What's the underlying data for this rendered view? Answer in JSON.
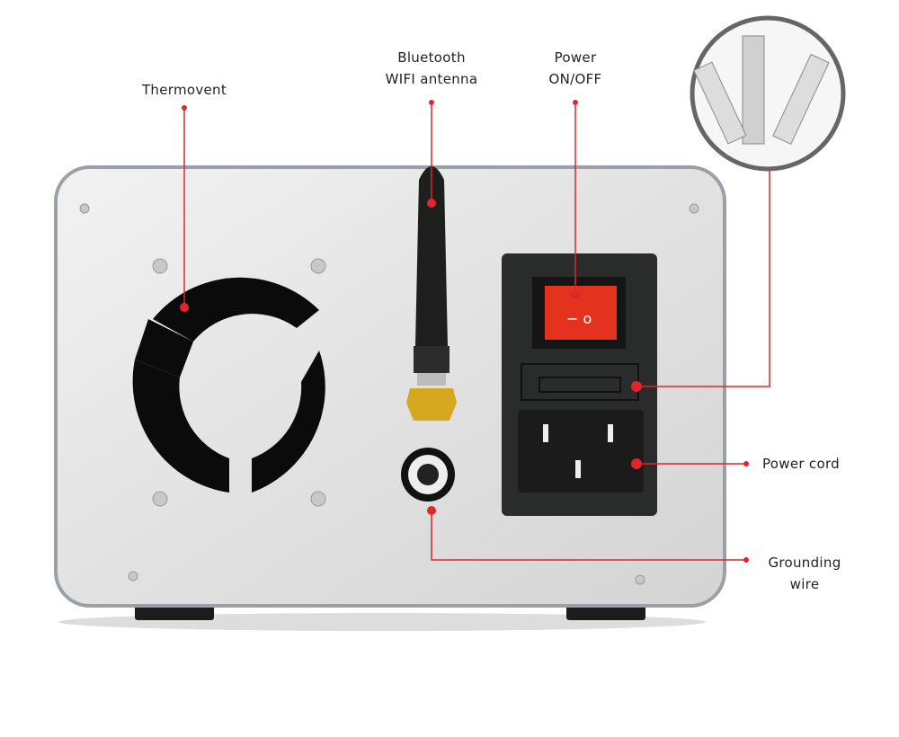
{
  "labels": {
    "thermovent": "Thermovent",
    "antenna_line1": "Bluetooth",
    "antenna_line2": "WIFI antenna",
    "power_line1": "Power",
    "power_line2": "ON/OFF",
    "power_cord": "Power cord",
    "grounding_line1": "Grounding",
    "grounding_line2": "wire"
  },
  "colors": {
    "callout": "#e0262b",
    "panel": "#e4e4e4",
    "switch": "#e4321f",
    "socket": "#222222"
  },
  "icons": [
    "fan-icon",
    "antenna-icon",
    "rocker-switch-icon",
    "fuse-icon",
    "power-socket-icon",
    "grounding-terminal-icon"
  ]
}
